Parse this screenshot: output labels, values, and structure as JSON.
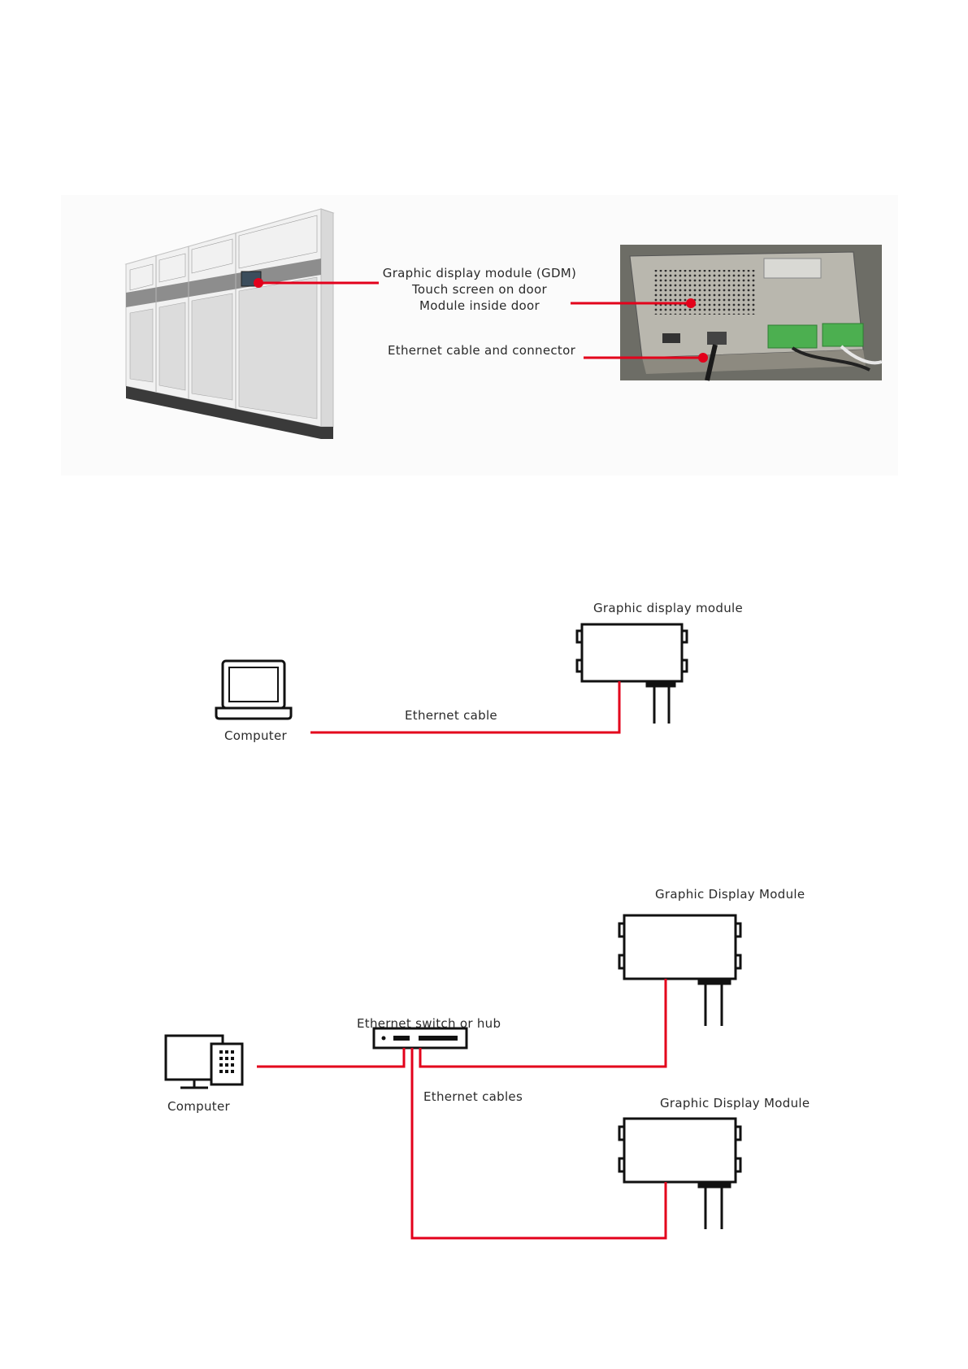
{
  "figure1": {
    "gdm_callout": {
      "line1": "Graphic display module (GDM)",
      "line2": "Touch screen on door",
      "line3": "Module inside door"
    },
    "ethernet_callout": "Ethernet cable and connector"
  },
  "figure2": {
    "gdm_label": "Graphic display module",
    "computer_label": "Computer",
    "cable_label": "Ethernet cable"
  },
  "figure3": {
    "gdm1_label": "Graphic Display Module",
    "gdm2_label": "Graphic Display Module",
    "switch_label": "Ethernet switch or hub",
    "computer_label": "Computer",
    "cables_label": "Ethernet cables"
  },
  "colors": {
    "cable": "#e3001b",
    "outline": "#111111"
  }
}
